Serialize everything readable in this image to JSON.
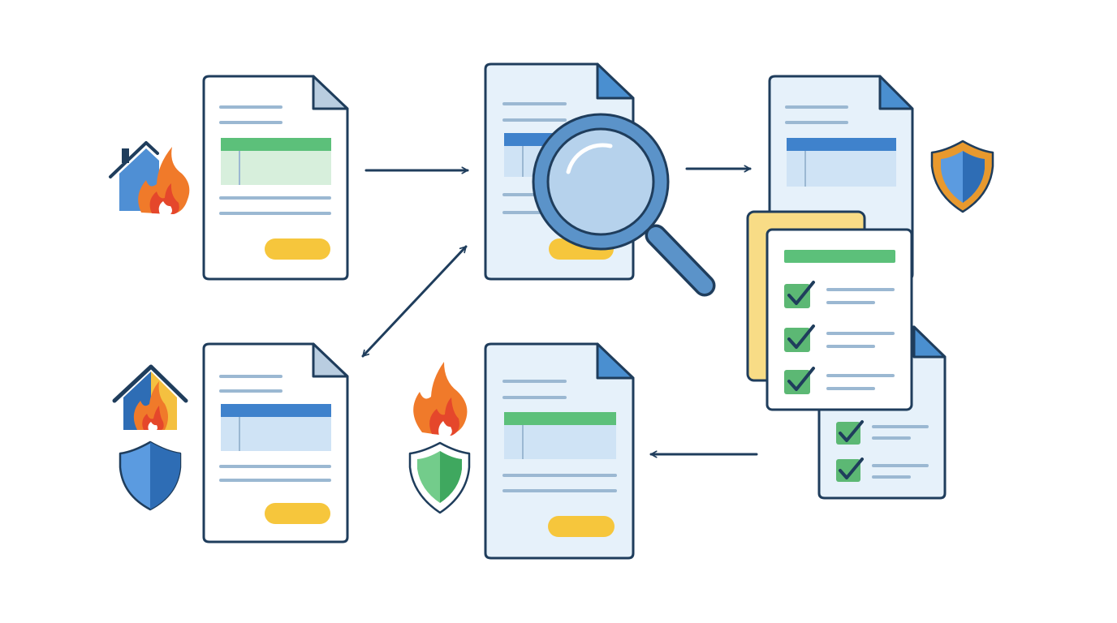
{
  "colors": {
    "outline": "#1f3d5c",
    "doc_fill": "#ffffff",
    "doc_fill_tinted": "#e6f1fa",
    "fold": "#b9cde0",
    "fold_blue": "#4a8fd0",
    "text_line": "#9bb8d2",
    "green_bar": "#5cc07a",
    "green_fill": "#d7efdc",
    "blue_bar": "#3f82cc",
    "blue_fill": "#cfe3f5",
    "yellow_button": "#f6c63c",
    "arrow": "#1f3d5c",
    "note_yellow": "#f8dc86",
    "check_box": "#5cb874",
    "flame_orange": "#f07a2a",
    "flame_red": "#e5472b",
    "house_blue": "#4f8fd4",
    "house_yellow": "#f4c040",
    "shield_blue": "#2e6db5",
    "shield_blue_light": "#5b9be0",
    "shield_orange": "#e8992e",
    "shield_green": "#3fa85f",
    "shield_green_light": "#73cc8b",
    "lens_blue": "#5b93c9",
    "lens_glass": "#cfe4f6"
  },
  "documents": [
    {
      "id": "form-top-left",
      "header": "green",
      "tinted": false
    },
    {
      "id": "form-under-review",
      "header": "blue",
      "tinted": true
    },
    {
      "id": "form-top-right",
      "header": "blue",
      "tinted": true
    },
    {
      "id": "form-bottom-left",
      "header": "blue",
      "tinted": false
    },
    {
      "id": "form-bottom-middle",
      "header": "green",
      "tinted": true
    }
  ],
  "checklist": {
    "items": 3,
    "back_items": 2
  },
  "icons": [
    "house-fire-icon",
    "magnifying-glass-icon",
    "shield-icon",
    "house-fire-icon",
    "shield-icon",
    "flame-icon",
    "green-shield-icon",
    "checklist-icon"
  ],
  "arrows": [
    "arrow-left-to-middle",
    "arrow-middle-to-right",
    "arrow-bidirectional-diagonal",
    "arrow-right-to-bottom"
  ]
}
